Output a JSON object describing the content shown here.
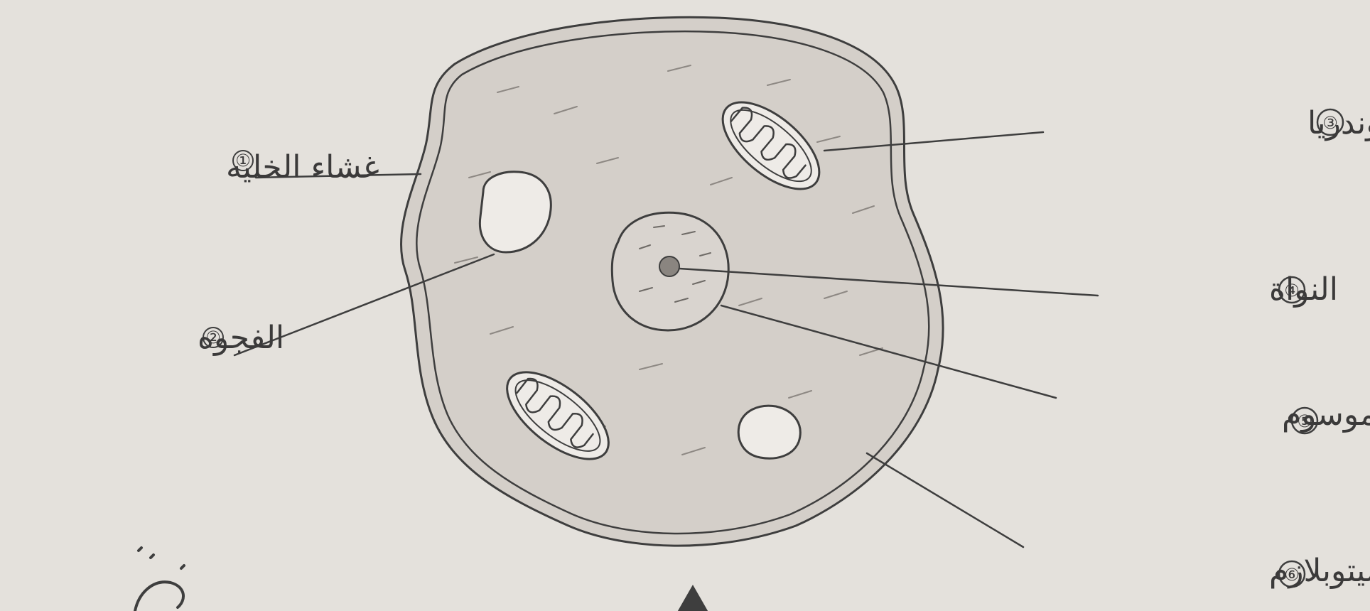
{
  "labels": [
    {
      "number": "①",
      "text": "غشاء الخليه"
    },
    {
      "number": "②",
      "text": "الفجوه"
    },
    {
      "number": "③",
      "text": "الميتوكوندريا"
    },
    {
      "number": "④",
      "text": "النواة"
    },
    {
      "number": "⑤",
      "text": "الكروموسوم"
    },
    {
      "number": "⑥",
      "text": "السيتوبلازم"
    }
  ],
  "colors": {
    "paper": "#e4e1dc",
    "cytoplasm": "#d4cfc9",
    "ink": "#3e3e3e"
  }
}
